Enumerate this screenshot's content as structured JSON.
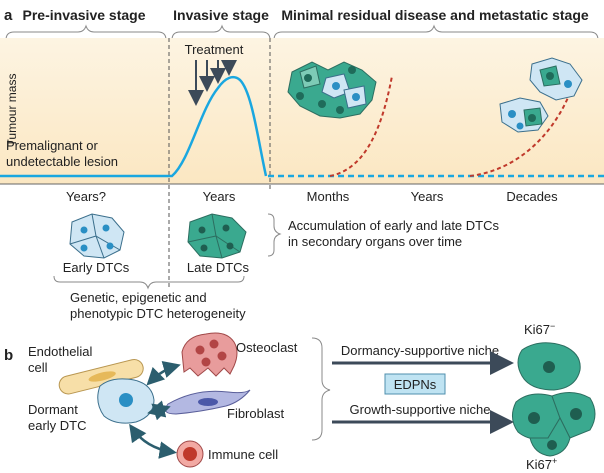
{
  "panel_a": {
    "label": "a",
    "stage_pre": "Pre-invasive stage",
    "stage_invasive": "Invasive stage",
    "stage_mrd": "Minimal residual disease and metastatic stage",
    "y_axis": "Tumour mass",
    "treatment": "Treatment",
    "lesion_line1": "Premalignant or",
    "lesion_line2": "undetectable lesion",
    "time_years_q": "Years?",
    "time_years": "Years",
    "time_months": "Months",
    "time_years2": "Years",
    "time_decades": "Decades",
    "early_dtcs": "Early DTCs",
    "late_dtcs": "Late DTCs",
    "accum_line1": "Accumulation of early and late DTCs",
    "accum_line2": "in secondary organs over time",
    "hetero_line1": "Genetic, epigenetic and",
    "hetero_line2": "phenotypic DTC heterogeneity"
  },
  "panel_b": {
    "label": "b",
    "endothelial_line1": "Endothelial",
    "endothelial_line2": "cell",
    "osteoclast": "Osteoclast",
    "fibroblast": "Fibroblast",
    "dormant_line1": "Dormant",
    "dormant_line2": "early DTC",
    "immune_cell": "Immune cell",
    "dormancy_niche": "Dormancy-supportive niche",
    "edpns": "EDPNs",
    "growth_niche": "Growth-supportive niche",
    "ki67_neg": "Ki67",
    "ki67_neg_sup": "−",
    "ki67_pos": "Ki67",
    "ki67_pos_sup": "+"
  },
  "colors": {
    "bg_band": "#fcefd6",
    "curve_blue": "#1aa7e0",
    "dashed_red": "#c0392b",
    "teal": "#3aa98f",
    "light_blue_cell": "#cfe6f4",
    "edpn_box": "#bfe3f2"
  }
}
